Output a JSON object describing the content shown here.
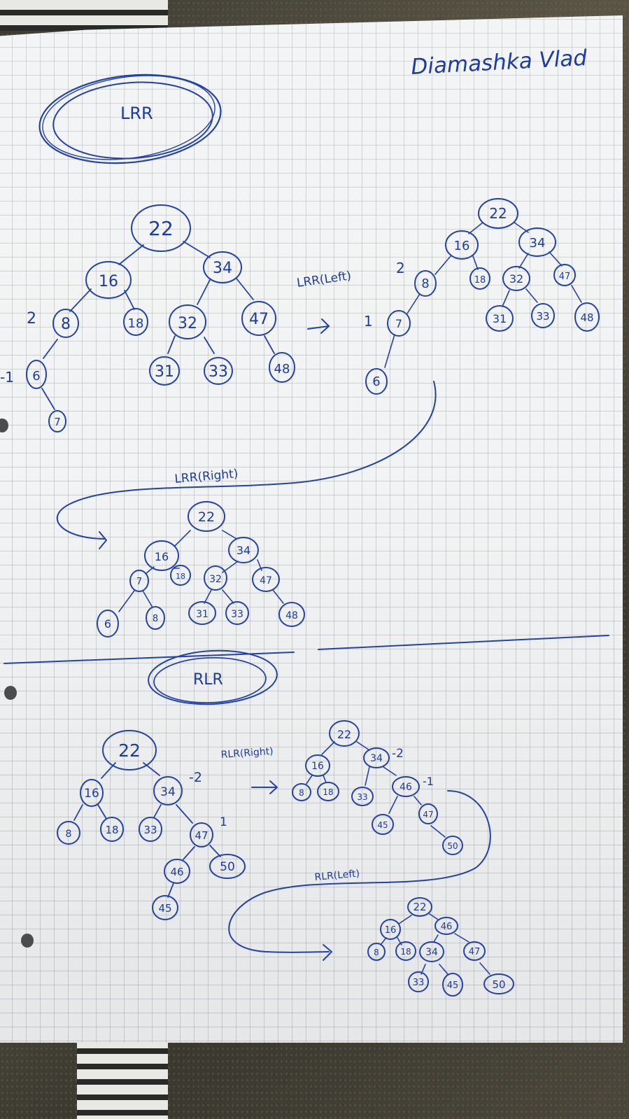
{
  "photo": {
    "signature": "Diamashka Vlad",
    "ink_color": "#2442a8",
    "paper_color": "#f1f3f4",
    "grid_color": "#9ab0c4"
  },
  "sections": {
    "lrr": {
      "title": "LRR",
      "step_left": "LRR(Left)",
      "step_right": "LRR(Right)",
      "balance": {
        "top": "2",
        "mid": "-1",
        "right_top": "2",
        "right_mid": "1"
      },
      "before": [
        "22",
        "16",
        "34",
        "8",
        "18",
        "32",
        "47",
        "6",
        "31",
        "33",
        "48",
        "7"
      ],
      "after_left": [
        "22",
        "16",
        "34",
        "8",
        "18",
        "32",
        "47",
        "7",
        "31",
        "33",
        "48",
        "6"
      ],
      "after_right": [
        "22",
        "16",
        "34",
        "7",
        "18",
        "32",
        "47",
        "6",
        "8",
        "31",
        "33",
        "48"
      ]
    },
    "rlr": {
      "title": "RLR",
      "step_right": "RLR(Right)",
      "step_left": "RLR(Left)",
      "balance": {
        "top": "-2",
        "mid": "1",
        "right_top": "-2",
        "right_mid": "-1"
      },
      "before": [
        "22",
        "16",
        "34",
        "8",
        "18",
        "33",
        "47",
        "46",
        "50",
        "45"
      ],
      "after_right": [
        "22",
        "16",
        "34",
        "8",
        "18",
        "33",
        "46",
        "45",
        "47",
        "50"
      ],
      "after_left": [
        "22",
        "16",
        "46",
        "8",
        "18",
        "34",
        "47",
        "33",
        "45",
        "50"
      ]
    }
  }
}
